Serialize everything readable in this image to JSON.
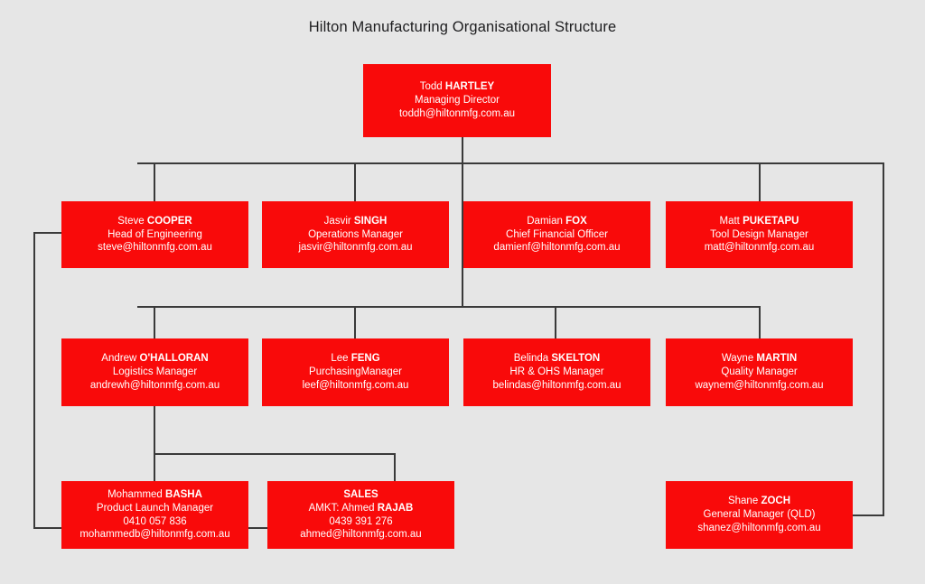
{
  "title": "Hilton Manufacturing Organisational Structure",
  "theme": {
    "background": "#e6e6e6",
    "node_fill": "#f90a0a",
    "node_text": "#ffffff",
    "connector": "#3a3a3a",
    "title_text": "#1d1d1f"
  },
  "nodes": {
    "hartley": {
      "name_first": "Todd",
      "name_last": "HARTLEY",
      "role": "Managing Director",
      "email": "toddh@hiltonmfg.com.au"
    },
    "cooper": {
      "name_first": "Steve",
      "name_last": "COOPER",
      "role": "Head of Engineering",
      "email": "steve@hiltonmfg.com.au"
    },
    "singh": {
      "name_first": "Jasvir",
      "name_last": "SINGH",
      "role": "Operations Manager",
      "email": "jasvir@hiltonmfg.com.au"
    },
    "fox": {
      "name_first": "Damian",
      "name_last": "FOX",
      "role": "Chief Financial Officer",
      "email": "damienf@hiltonmfg.com.au"
    },
    "puketapu": {
      "name_first": "Matt",
      "name_last": "PUKETAPU",
      "role": "Tool Design Manager",
      "email": "matt@hiltonmfg.com.au"
    },
    "ohalloran": {
      "name_first": "Andrew",
      "name_last": "O'HALLORAN",
      "role": "Logistics Manager",
      "email": "andrewh@hiltonmfg.com.au"
    },
    "feng": {
      "name_first": "Lee",
      "name_last": "FENG",
      "role": "PurchasingManager",
      "email": "leef@hiltonmfg.com.au"
    },
    "skelton": {
      "name_first": "Belinda",
      "name_last": "SKELTON",
      "role": "HR & OHS Manager",
      "email": "belindas@hiltonmfg.com.au"
    },
    "martin": {
      "name_first": "Wayne",
      "name_last": "MARTIN",
      "role": "Quality Manager",
      "email": "waynem@hiltonmfg.com.au"
    },
    "basha": {
      "name_first": "Mohammed",
      "name_last": "BASHA",
      "role": "Product Launch Manager",
      "phone": "0410 057 836",
      "email": "mohammedb@hiltonmfg.com.au"
    },
    "sales": {
      "heading": "SALES",
      "contact_prefix": "AMKT: Ahmed",
      "contact_last": "RAJAB",
      "phone": "0439 391 276",
      "email": "ahmed@hiltonmfg.com.au"
    },
    "zoch": {
      "name_first": "Shane",
      "name_last": "ZOCH",
      "role": "General Manager (QLD)",
      "email": "shanez@hiltonmfg.com.au"
    }
  }
}
